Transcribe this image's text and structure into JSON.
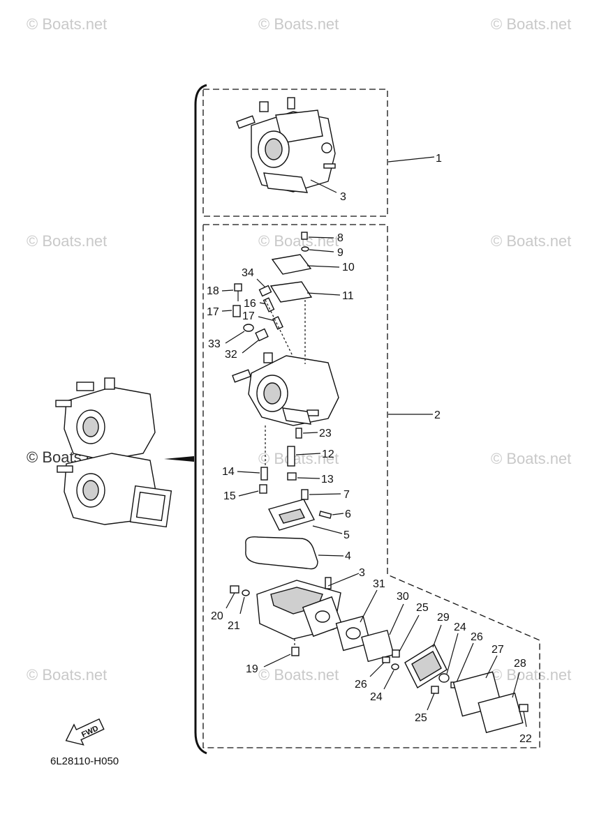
{
  "watermark": "© Boats.net",
  "reference_code": "6L28110-H050",
  "fwd_label": "FWD",
  "callouts": {
    "c1": "1",
    "c2": "2",
    "c3a": "3",
    "c3b": "3",
    "c4": "4",
    "c5": "5",
    "c6": "6",
    "c7": "7",
    "c8": "8",
    "c9": "9",
    "c10": "10",
    "c11": "11",
    "c12": "12",
    "c13": "13",
    "c14": "14",
    "c15": "15",
    "c16": "16",
    "c17a": "17",
    "c17b": "17",
    "c18": "18",
    "c19": "19",
    "c20": "20",
    "c21": "21",
    "c22": "22",
    "c23": "23",
    "c24a": "24",
    "c24b": "24",
    "c25a": "25",
    "c25b": "25",
    "c26a": "26",
    "c26b": "26",
    "c27": "27",
    "c28": "28",
    "c29": "29",
    "c30": "30",
    "c31": "31",
    "c32": "32",
    "c33": "33",
    "c34": "34"
  }
}
